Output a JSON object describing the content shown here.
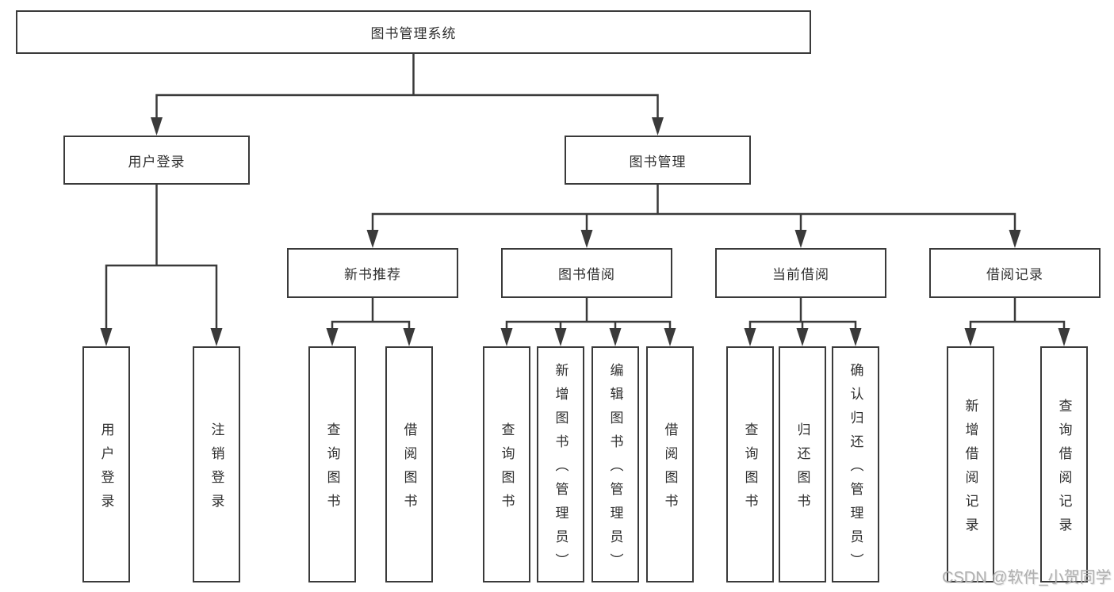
{
  "colors": {
    "line": "#3a3a3a",
    "border": "#3a3a3a",
    "text": "#2f2f2f",
    "watermark": "#b0b0b0",
    "bg": "#ffffff"
  },
  "watermark": {
    "text": "CSDN @软件_小贺同学"
  },
  "tree": {
    "label": "图书管理系统",
    "children": [
      {
        "label": "用户登录",
        "children": [
          {
            "label": "用户登录"
          },
          {
            "label": "注销登录"
          }
        ]
      },
      {
        "label": "图书管理",
        "children": [
          {
            "label": "新书推荐",
            "children": [
              {
                "label": "查询图书"
              },
              {
                "label": "借阅图书"
              }
            ]
          },
          {
            "label": "图书借阅",
            "children": [
              {
                "label": "查询图书"
              },
              {
                "label": "新增图书（管理员）"
              },
              {
                "label": "编辑图书（管理员）"
              },
              {
                "label": "借阅图书"
              }
            ]
          },
          {
            "label": "当前借阅",
            "children": [
              {
                "label": "查询图书"
              },
              {
                "label": "归还图书"
              },
              {
                "label": "确认归还（管理员）"
              }
            ]
          },
          {
            "label": "借阅记录",
            "children": [
              {
                "label": "新增借阅记录"
              },
              {
                "label": "查询借阅记录"
              }
            ]
          }
        ]
      }
    ]
  }
}
